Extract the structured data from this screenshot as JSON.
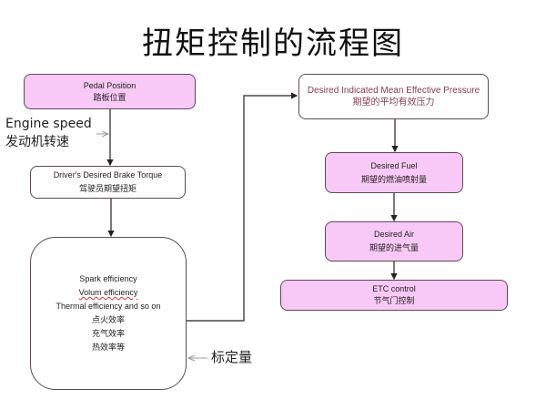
{
  "title": "扭矩控制的流程图",
  "left_column": {
    "pedal": {
      "en": "Pedal Position",
      "zh": "踏板位置"
    },
    "engine_speed": {
      "en": "Engine speed",
      "zh": "发动机转速"
    },
    "brake_torque": {
      "en": "Driver's Desired Brake Torque",
      "zh": "驾驶员期望扭矩"
    },
    "efficiency": {
      "lines": [
        "Spark efficiency",
        "Volum efficiency",
        "Thermal efficiency and so on",
        "点火效率",
        "充气效率",
        "热效率等"
      ]
    },
    "calibration_label": "标定量"
  },
  "right_column": {
    "imep": {
      "en": "Desired Indicated Mean Effective Pressure",
      "zh": "期望的平均有效压力"
    },
    "fuel": {
      "en": "Desired Fuel",
      "zh": "期望的燃油喷射量"
    },
    "air": {
      "en": "Desired Air",
      "zh": "期望的进气量"
    },
    "etc": {
      "en": "ETC control",
      "zh": "节气门控制"
    }
  },
  "colors": {
    "pink_fill": "#f8c8f6",
    "border": "#5a4a55",
    "imep_text": "#8a3a55"
  }
}
